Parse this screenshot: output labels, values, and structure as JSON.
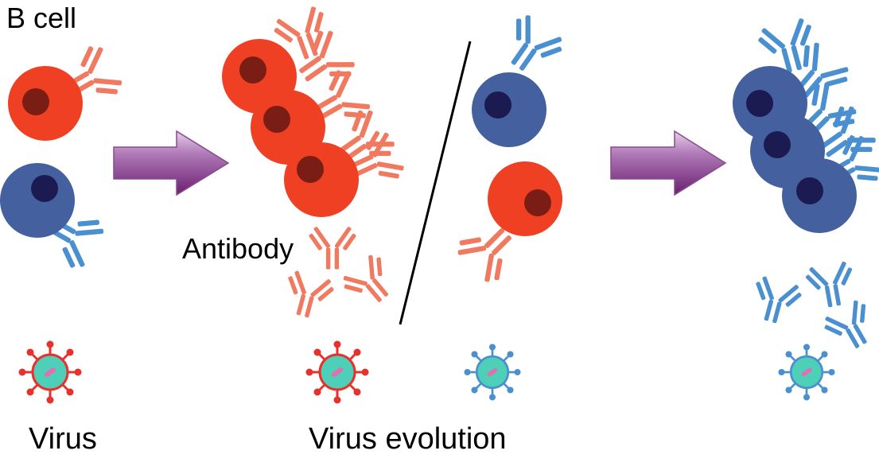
{
  "title": "B cell",
  "labels": {
    "antibody": "Antibody",
    "virus": "Virus",
    "virus_evolution": "Virus evolution"
  },
  "colors": {
    "red_cell": "#ef4023",
    "red_nucleus": "#7a1d14",
    "red_antibody": "#f07a60",
    "blue_cell": "#44609f",
    "blue_nucleus": "#1b1b52",
    "blue_antibody": "#4a90d0",
    "arrow_light": "#d9b8dc",
    "arrow_dark": "#7a2a7e",
    "virus_body": "#4ecfb8",
    "virus_red_spike": "#e8302c",
    "virus_blue_spike": "#4a90d0",
    "virus_rna": "#e070b0"
  }
}
